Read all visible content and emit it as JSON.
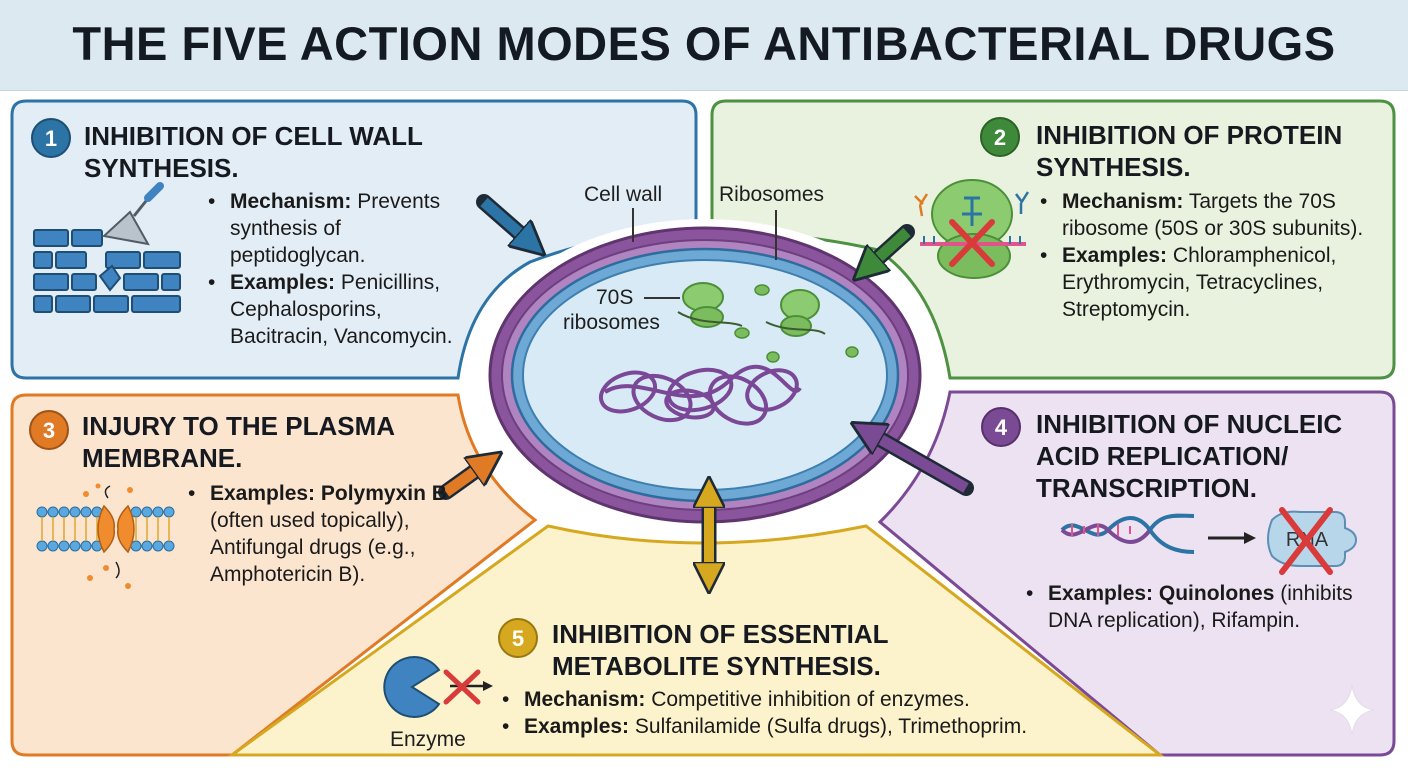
{
  "title": "THE FIVE ACTION MODES OF ANTIBACTERIAL DRUGS",
  "cell_labels": {
    "cell_wall": "Cell wall",
    "ribosomes": "Ribosomes",
    "ribosomes_70s_line1": "70S",
    "ribosomes_70s_line2": "ribosomes",
    "enzyme": "Enzyme"
  },
  "modes": [
    {
      "number": "1",
      "title_line1": "INHIBITION OF CELL WALL",
      "title_line2": "SYNTHESIS.",
      "color": "#2c74a5",
      "mechanism_label": "Mechanism:",
      "mechanism_text": " Prevents synthesis of peptidoglycan.",
      "examples_label": "Examples:",
      "examples_text": " Penicillins, Cephalosporins, Bacitracin, Vancomycin."
    },
    {
      "number": "2",
      "title_line1": "INHIBITION OF PROTEIN",
      "title_line2": "SYNTHESIS.",
      "color": "#3f8a3a",
      "mechanism_label": "Mechanism:",
      "mechanism_text": " Targets the 70S ribosome (50S or 30S subunits).",
      "examples_label": "Examples:",
      "examples_text": " Chloramphenicol, Erythromycin, Tetracyclines, Streptomycin."
    },
    {
      "number": "3",
      "title_line1": "INJURY TO THE PLASMA",
      "title_line2": "MEMBRANE.",
      "color": "#e07a25",
      "examples_label": "Examples: Polymyxin B",
      "examples_text": " (often used topically), Antifungal drugs (e.g., Amphotericin B)."
    },
    {
      "number": "4",
      "title_line1": "INHIBITION OF NUCLEIC",
      "title_line2": "ACID REPLICATION/",
      "title_line3": "TRANSCRIPTION.",
      "color": "#7a4a94",
      "rna_label": "RNA",
      "examples_label": "Examples: Quinolones",
      "examples_text": " (inhibits DNA replication), Rifampin."
    },
    {
      "number": "5",
      "title_line1": "INHIBITION OF ESSENTIAL",
      "title_line2": "METABOLITE SYNTHESIS.",
      "color": "#d6a820",
      "mechanism_label": "Mechanism:",
      "mechanism_text": " Competitive inhibition of enzymes.",
      "examples_label": "Examples:",
      "examples_text": " Sulfanilamide (Sulfa drugs), Trimethoprim."
    }
  ]
}
